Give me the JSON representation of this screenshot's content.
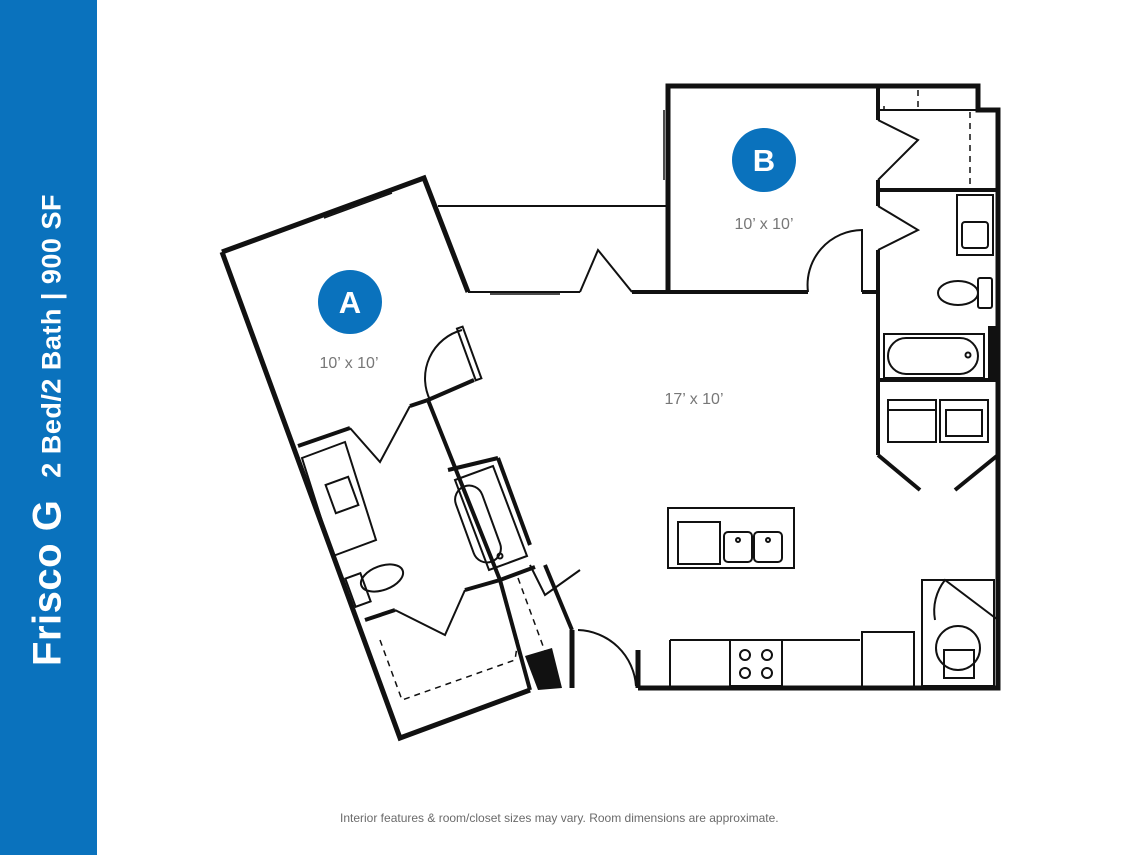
{
  "sidebar": {
    "plan_name": "Frisco G",
    "specs": "2 Bed/2 Bath | 900 SF",
    "color": "#0a72bd"
  },
  "rooms": {
    "bedroom_a": {
      "badge": "A",
      "dimensions": "10’ x 10’"
    },
    "bedroom_b": {
      "badge": "B",
      "dimensions": "10’ x 10’"
    },
    "living": {
      "dimensions": "17’ x 10’"
    }
  },
  "disclaimer": "Interior features & room/closet sizes may vary. Room dimensions are approximate.",
  "colors": {
    "badge": "#0a72bd",
    "wall": "#111111",
    "dim_text": "#777777"
  }
}
